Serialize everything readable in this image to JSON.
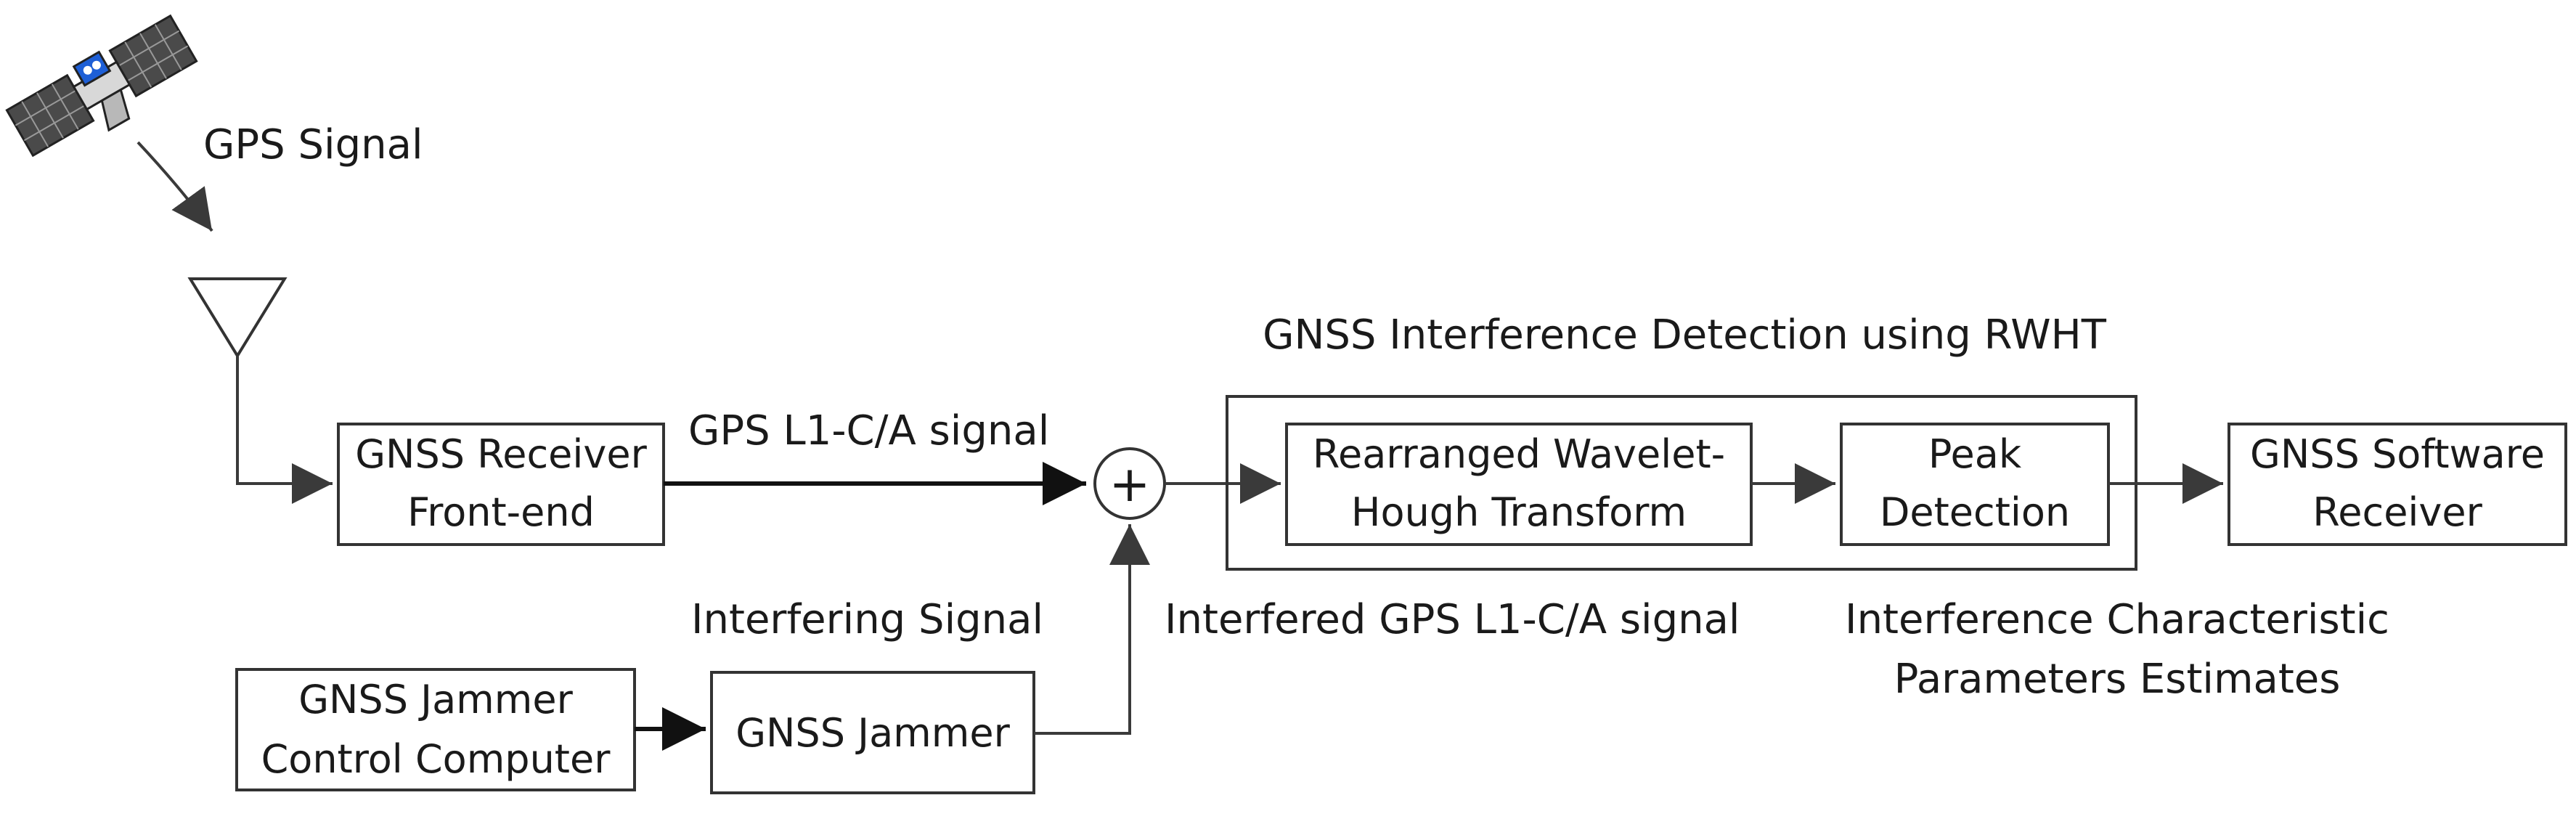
{
  "colors": {
    "stroke": "#333333",
    "text": "#1a1a1a",
    "satellite_panel": "#4a4a4a",
    "satellite_lens": "#1e5fd6",
    "background": "#ffffff"
  },
  "icons": {
    "satellite": "satellite-icon",
    "antenna": "antenna-icon",
    "summing_junction": "plus-icon"
  },
  "labels": {
    "gps_signal": "GPS Signal",
    "group_title": "GNSS Interference Detection using RWHT",
    "gps_l1_signal": "GPS L1-C/A signal",
    "interfering_signal": "Interfering Signal",
    "interfered_signal": "Interfered GPS L1-C/A signal",
    "estimates_line1": "Interference Characteristic",
    "estimates_line2": "Parameters Estimates",
    "sum_symbol": "+"
  },
  "blocks": {
    "front_end": {
      "line1": "GNSS Receiver",
      "line2": "Front-end"
    },
    "rwht": {
      "line1": "Rearranged Wavelet-",
      "line2": "Hough Transform"
    },
    "peak": {
      "line1": "Peak",
      "line2": "Detection"
    },
    "software_receiver": {
      "line1": "GNSS Software",
      "line2": "Receiver"
    },
    "control_computer": {
      "line1": "GNSS Jammer",
      "line2": "Control Computer"
    },
    "jammer": {
      "line1": "GNSS Jammer"
    }
  }
}
